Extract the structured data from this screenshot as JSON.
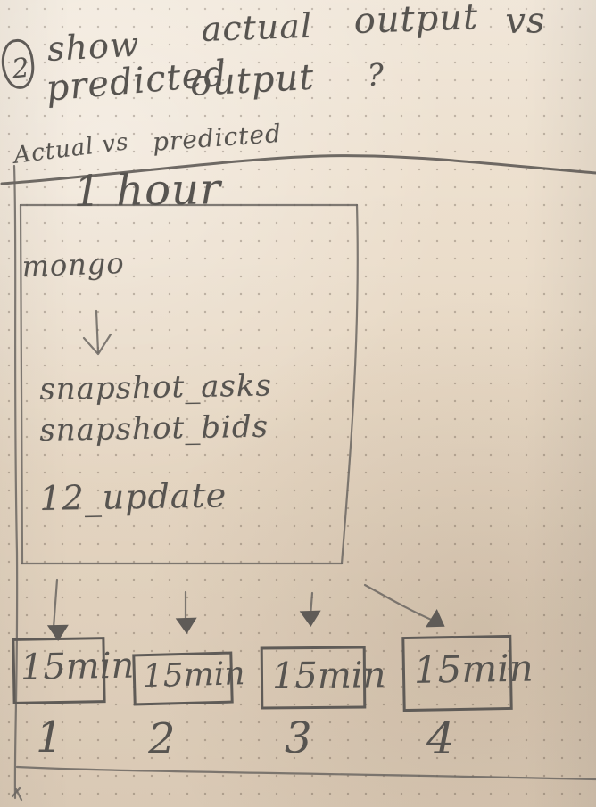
{
  "page": {
    "colors": {
      "paper": "#eadbc7",
      "pencil": "#5f5b57",
      "dots": "#5b4b42"
    }
  },
  "header": {
    "circled_number": "2",
    "line1_word1": "show",
    "line1_word2": "actual",
    "line1_word3": "output",
    "line1_word4": "vs",
    "line2_word1": "predicted",
    "line2_word2": "output",
    "line2_word3": "?"
  },
  "section": {
    "left_label": "Actual vs",
    "right_label": "predicted"
  },
  "main": {
    "hour_label": "1 hour",
    "box_title": "mongo",
    "box_arrow_icon": "down-arrow-icon",
    "box_lines": [
      "snapshot_asks",
      "snapshot_bids",
      "12_update"
    ]
  },
  "chunks": [
    {
      "label": "15min",
      "index": "1"
    },
    {
      "label": "15min",
      "index": "2"
    },
    {
      "label": "15min",
      "index": "3"
    },
    {
      "label": "15min",
      "index": "4"
    }
  ]
}
